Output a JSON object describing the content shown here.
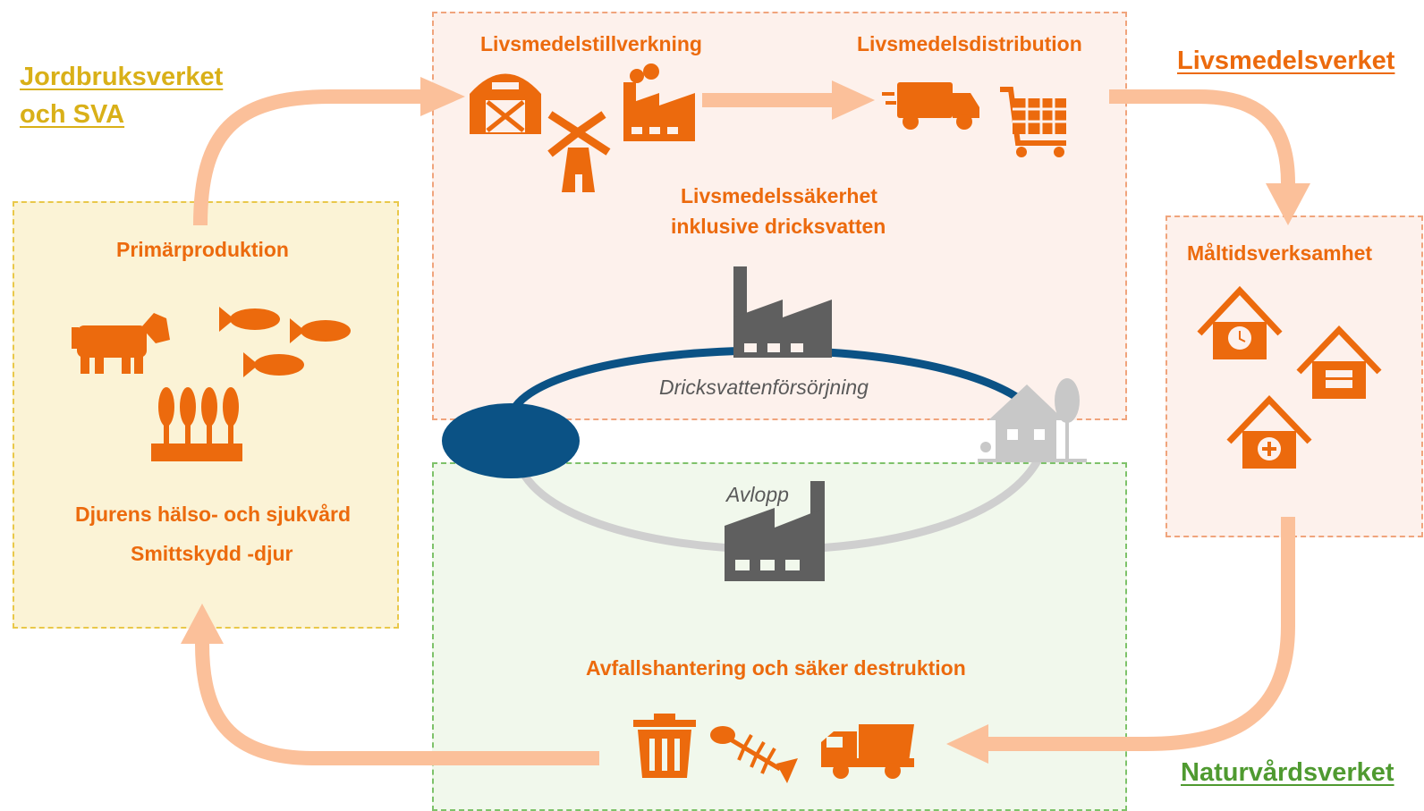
{
  "agencies": {
    "jordbruksverket_line1": "Jordbruksverket",
    "jordbruksverket_line2": "och SVA",
    "livsmedelsverket": "Livsmedelsverket",
    "naturvardsverket": "Naturvårdsverket"
  },
  "primary": {
    "title": "Primärproduktion",
    "line1": "Djurens hälso- och sjukvård",
    "line2": "Smittskydd -djur"
  },
  "food": {
    "manufacturing": "Livsmedelstillverkning",
    "distribution": "Livsmedelsdistribution",
    "safety_line1": "Livsmedelssäkerhet",
    "safety_line2": "inklusive dricksvatten",
    "drinking_water": "Dricksvattenförsörjning"
  },
  "meal": {
    "title": "Måltidsverksamhet"
  },
  "waste": {
    "sewage": "Avlopp",
    "title": "Avfallshantering och säker destruktion"
  },
  "colors": {
    "orange": "#ec6a0d",
    "arrow": "#fbc09a",
    "gold": "#d9b018",
    "green": "#4f9a30",
    "water": "#0b5285",
    "gray": "#5f5f5f",
    "light_gray": "#c8c8c8"
  },
  "icons": [
    "cow-icon",
    "fish-icon",
    "wheat-icon",
    "barn-icon",
    "windmill-icon",
    "factory-icon",
    "truck-icon",
    "cart-icon",
    "house-clock-icon",
    "house-briefcase-icon",
    "house-medical-icon",
    "trash-icon",
    "fish-bone-icon",
    "dump-truck-icon",
    "lake-icon",
    "house-tree-icon"
  ]
}
